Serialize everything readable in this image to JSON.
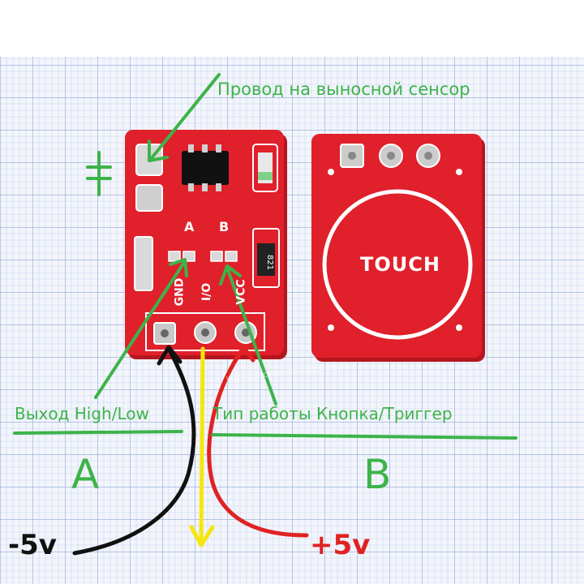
{
  "image": {
    "alt": "Два модуля сенсорной кнопки TTP223 на миллиметровой бумаге с рукописными пояснениями",
    "colors": {
      "annotation_green": "#3db34a",
      "pcb_red": "#e0202a",
      "wire_black": "#111111",
      "wire_yellow": "#f5e60d",
      "wire_red": "#e02222",
      "grid_paper": "#f3f5fb"
    }
  },
  "annotations": {
    "sensor_wire": "Провод на выносной сенсор",
    "output": "Выход High/Low",
    "mode": "Тип работы Кнопка/Триггер",
    "jumper_a": "A",
    "jumper_b": "B",
    "minus": "-5v",
    "plus": "+5v"
  },
  "board_text": {
    "touch": "TOUCH",
    "pad_a": "A",
    "pad_b": "B",
    "resistor_code": "821",
    "gnd": "GND",
    "io": "I/O",
    "vcc": "VCC",
    "watermark": "www.electronics-tutorials.ru"
  }
}
